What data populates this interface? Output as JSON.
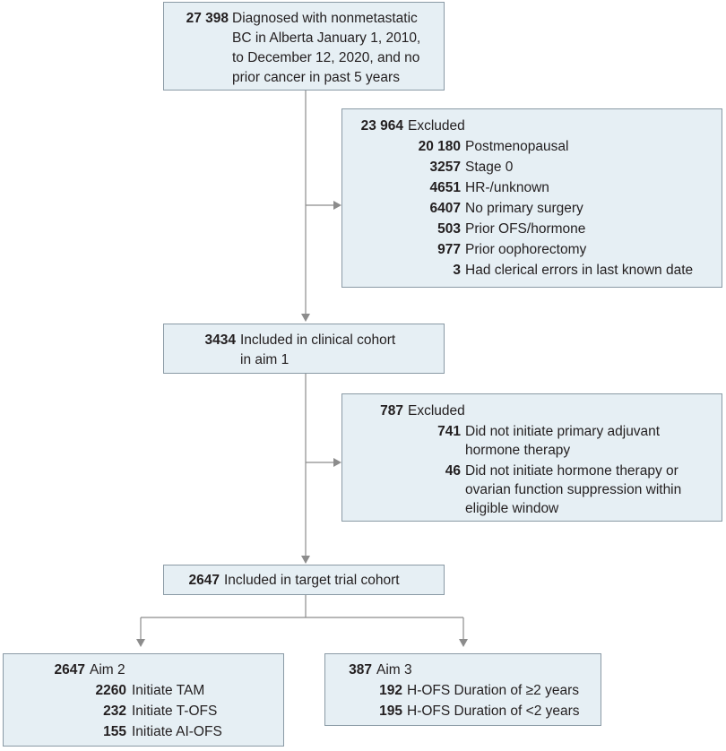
{
  "boxes": {
    "diagnosed": {
      "count": "27 398",
      "lines": [
        "Diagnosed with nonmetastatic",
        "BC in Alberta January 1, 2010,",
        "to December 12, 2020, and no",
        "prior cancer in past 5 years"
      ]
    },
    "excluded1": {
      "count": "23 964",
      "label": "Excluded",
      "items": [
        {
          "count": "20 180",
          "label": "Postmenopausal"
        },
        {
          "count": "3257",
          "label": "Stage 0"
        },
        {
          "count": "4651",
          "label": "HR-/unknown"
        },
        {
          "count": "6407",
          "label": "No primary surgery"
        },
        {
          "count": "503",
          "label": "Prior OFS/hormone"
        },
        {
          "count": "977",
          "label": "Prior oophorectomy"
        },
        {
          "count": "3",
          "label": "Had clerical errors in last known date"
        }
      ]
    },
    "clinical": {
      "count": "3434",
      "lines": [
        "Included in clinical cohort",
        "in aim 1"
      ]
    },
    "excluded2": {
      "count": "787",
      "label": "Excluded",
      "items": [
        {
          "count": "741",
          "lines": [
            "Did not initiate primary adjuvant",
            "hormone therapy"
          ]
        },
        {
          "count": "46",
          "lines": [
            "Did not initiate hormone therapy or",
            "ovarian function suppression within",
            "eligible window"
          ]
        }
      ]
    },
    "target": {
      "count": "2647",
      "label": "Included in target trial cohort"
    },
    "aim2": {
      "count": "2647",
      "label": "Aim 2",
      "items": [
        {
          "count": "2260",
          "label": "Initiate TAM"
        },
        {
          "count": "232",
          "label": "Initiate T-OFS"
        },
        {
          "count": "155",
          "label": "Initiate AI-OFS"
        }
      ]
    },
    "aim3": {
      "count": "387",
      "label": "Aim 3",
      "items": [
        {
          "count": "192",
          "label": "H-OFS Duration of ≥2 years"
        },
        {
          "count": "195",
          "label": "H-OFS Duration of <2 years"
        }
      ]
    }
  }
}
